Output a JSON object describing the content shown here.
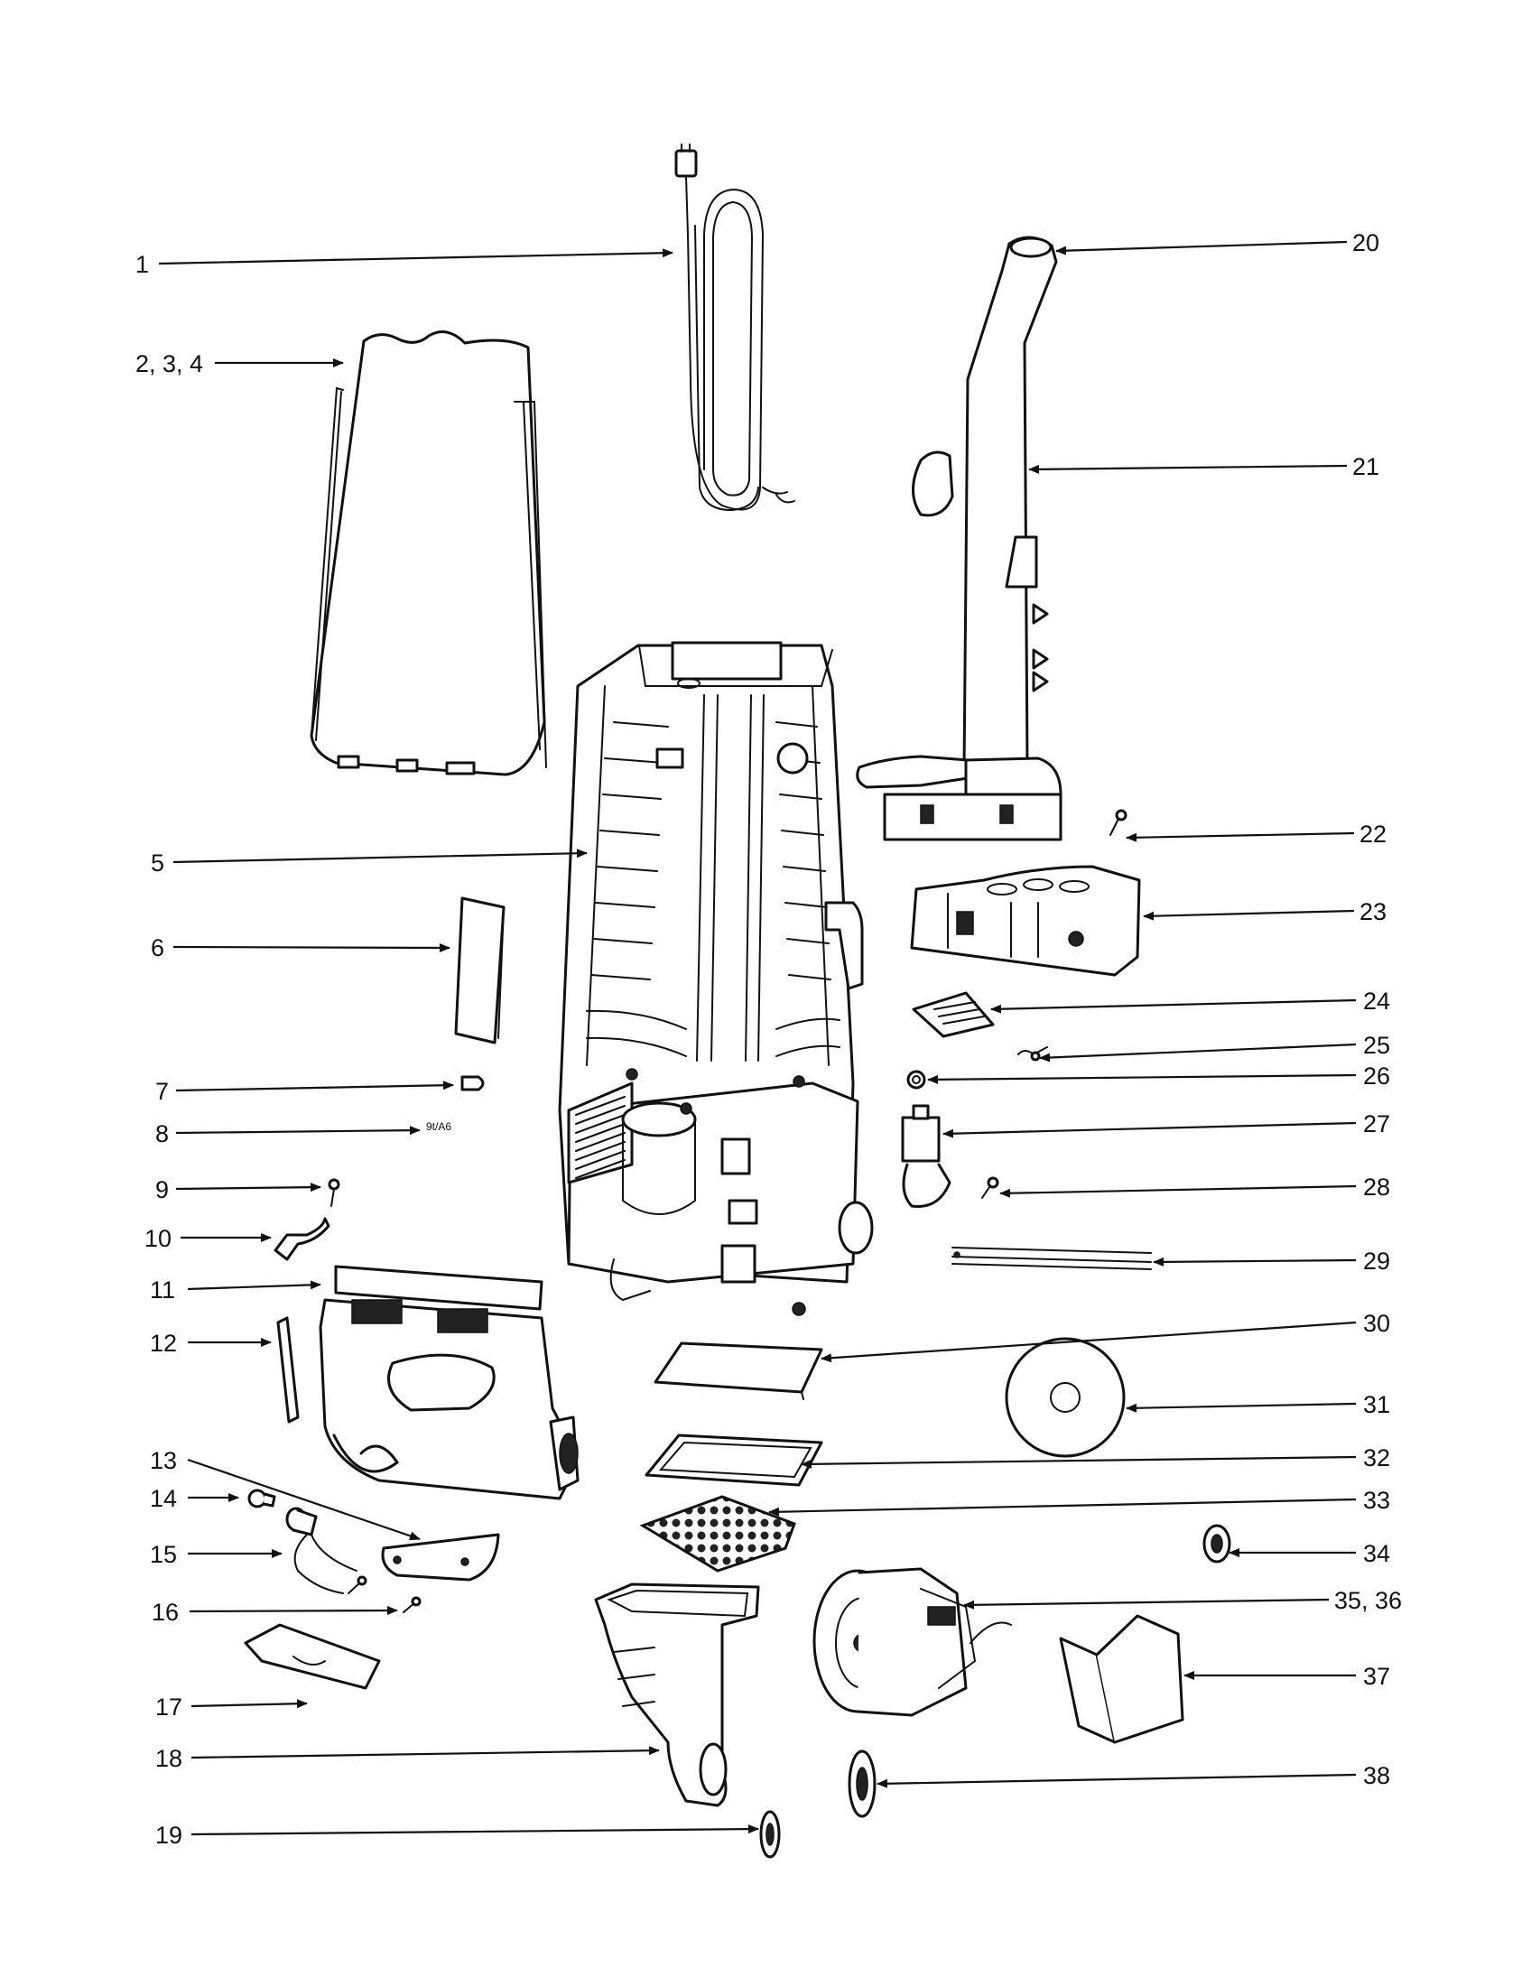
{
  "callouts": [
    {
      "id": "1",
      "text": "1"
    },
    {
      "id": "2",
      "text": "2, 3, 4"
    },
    {
      "id": "5",
      "text": "5"
    },
    {
      "id": "6",
      "text": "6"
    },
    {
      "id": "7",
      "text": "7"
    },
    {
      "id": "8",
      "text": "8"
    },
    {
      "id": "9",
      "text": "9"
    },
    {
      "id": "10",
      "text": "10"
    },
    {
      "id": "11",
      "text": "11"
    },
    {
      "id": "12",
      "text": "12"
    },
    {
      "id": "13",
      "text": "13"
    },
    {
      "id": "14",
      "text": "14"
    },
    {
      "id": "15",
      "text": "15"
    },
    {
      "id": "16",
      "text": "16"
    },
    {
      "id": "17",
      "text": "17"
    },
    {
      "id": "18",
      "text": "18"
    },
    {
      "id": "19",
      "text": "19"
    },
    {
      "id": "20",
      "text": "20"
    },
    {
      "id": "21",
      "text": "21"
    },
    {
      "id": "22",
      "text": "22"
    },
    {
      "id": "23",
      "text": "23"
    },
    {
      "id": "24",
      "text": "24"
    },
    {
      "id": "25",
      "text": "25"
    },
    {
      "id": "26",
      "text": "26"
    },
    {
      "id": "27",
      "text": "27"
    },
    {
      "id": "28",
      "text": "28"
    },
    {
      "id": "29",
      "text": "29"
    },
    {
      "id": "30",
      "text": "30"
    },
    {
      "id": "31",
      "text": "31"
    },
    {
      "id": "32",
      "text": "32"
    },
    {
      "id": "33",
      "text": "33"
    },
    {
      "id": "34",
      "text": "34"
    },
    {
      "id": "35",
      "text": "35, 36"
    },
    {
      "id": "37",
      "text": "37"
    },
    {
      "id": "38",
      "text": "38"
    }
  ],
  "tiny_label": "9t/A6"
}
